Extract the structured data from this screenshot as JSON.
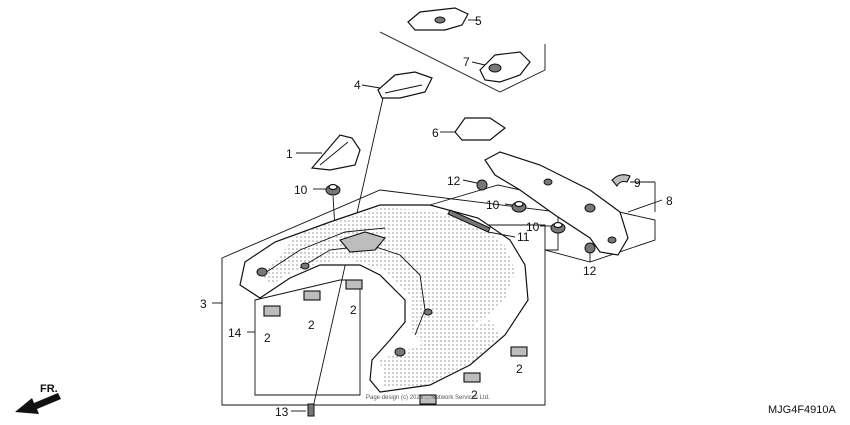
{
  "diagram": {
    "code": "MJG4F4910A",
    "direction_label": "FR.",
    "caption": "Page design (c) 2024 ... Network Services Ltd.",
    "callouts": {
      "c1": "1",
      "c2a": "2",
      "c2b": "2",
      "c2c": "2",
      "c2d": "2",
      "c2e": "2",
      "c3": "3",
      "c4": "4",
      "c5": "5",
      "c6": "6",
      "c7": "7",
      "c8": "8",
      "c9": "9",
      "c10a": "10",
      "c10b": "10",
      "c10c": "10",
      "c11": "11",
      "c12a": "12",
      "c12b": "12",
      "c13": "13",
      "c14": "14"
    }
  }
}
